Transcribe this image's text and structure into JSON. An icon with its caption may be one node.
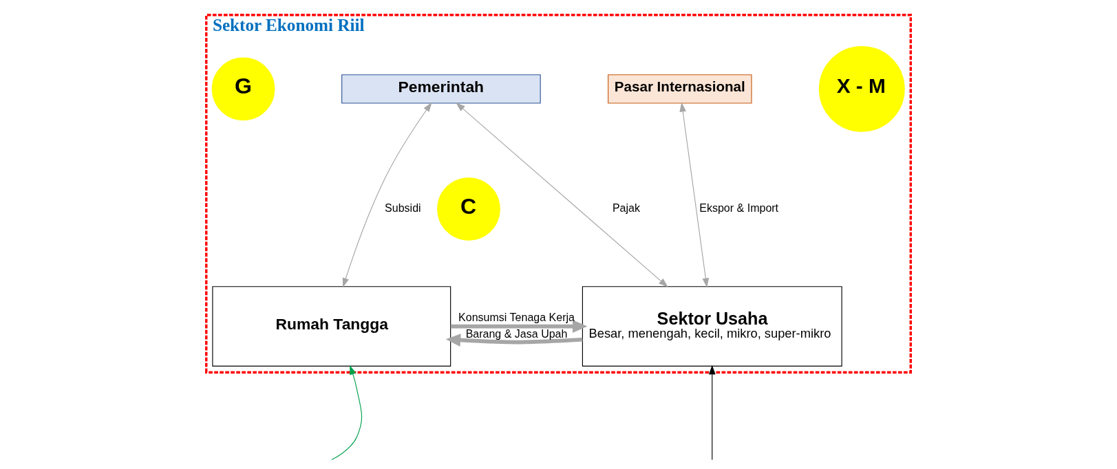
{
  "diagram": {
    "nodes": [
      {
        "text": [
          "Sektor Ekonomi Riil"
        ]
      },
      {
        "text": [
          "Pasar Internasional"
        ],
        "in": 0
      },
      {
        "text": [
          "G"
        ],
        "in": 0
      },
      {
        "text": [
          "Pemerintah"
        ],
        "in": 0
      },
      {
        "text": [
          "X - M"
        ],
        "in": 0
      },
      {
        "text": [
          "C"
        ],
        "in": 0
      },
      {
        "text": [
          "Rumah Tangga"
        ],
        "in": 0
      },
      {
        "text": [
          "Sektor Usaha",
          "Besar, menengah, kecil, mikro, super-mikro"
        ],
        "in": 0
      }
    ],
    "edges": [
      {
        "from": 1,
        "to": 7,
        "arrow": "both",
        "label": "Ekspor & Import"
      },
      {
        "from": 3,
        "to": 6,
        "arrow": "both",
        "label": "Subsidi"
      },
      {
        "from": 3,
        "to": 7,
        "arrow": "both",
        "label": "Pajak"
      },
      {
        "from": 6,
        "to": 7,
        "arrow": "to",
        "label": "Konsumsi Tenaga Kerja",
        "style": "thick"
      },
      {
        "from": 7,
        "to": 6,
        "arrow": "to",
        "label": "Barang & Jasa Upah",
        "style": "thick"
      },
      {
        "from": null,
        "to": 6,
        "arrow": "to",
        "color": "#00a04b"
      },
      {
        "from": null,
        "to": 7,
        "arrow": "to",
        "color": "#000000"
      }
    ]
  }
}
